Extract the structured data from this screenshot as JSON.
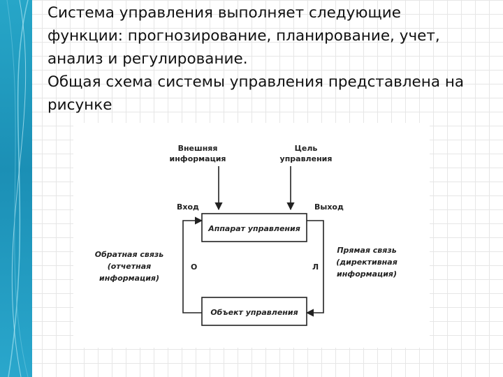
{
  "slide": {
    "text_lines": [
      "Система управления выполняет следующие",
      "функции: прогнозирование, планирование, учет,",
      "анализ и регулирование.",
      "Общая схема системы управления представлена на",
      "рисунке"
    ]
  },
  "diagram": {
    "external_info": [
      "Внешняя",
      "информация"
    ],
    "goal": [
      "Цель",
      "управления"
    ],
    "input_label": "Вход",
    "output_label": "Выход",
    "apparatus": "Аппарат управления",
    "object": "Объект управления",
    "feedback": [
      "Обратная связь",
      "(отчетная",
      "информация)"
    ],
    "feedback_letter": "О",
    "direct": [
      "Прямая связь",
      "(директивная",
      "информация)"
    ],
    "direct_letter": "Л"
  }
}
